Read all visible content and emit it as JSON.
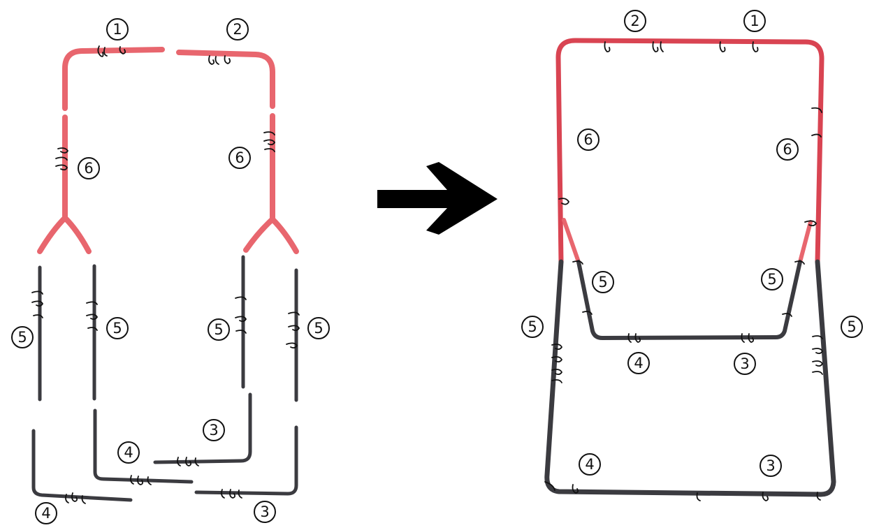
{
  "colors": {
    "upper_frame": "#e8666e",
    "upper_frame_dark": "#d94452",
    "lower_frame": "#3b3b40",
    "arrow": "#000000",
    "hook": "#111111"
  },
  "arrow": {
    "icon": "right-arrow-icon"
  },
  "left_labels": [
    "1",
    "2",
    "6",
    "6",
    "5",
    "5",
    "5",
    "5",
    "3",
    "4",
    "4",
    "3"
  ],
  "right_labels": [
    "2",
    "1",
    "6",
    "6",
    "5",
    "5",
    "5",
    "5",
    "4",
    "3",
    "4",
    "3"
  ]
}
